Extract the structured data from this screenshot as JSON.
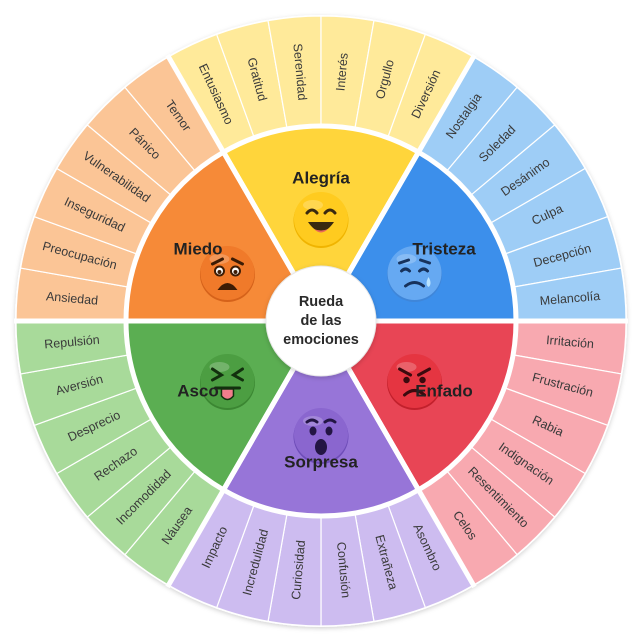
{
  "center": {
    "lines": [
      "Rueda",
      "de las",
      "emociones"
    ]
  },
  "emotions": [
    {
      "name": "Alegría",
      "face": "happy-face-icon",
      "colors": {
        "inner": "#FFD53B",
        "outer": "#FFEA9A",
        "face": "#FFCB1F",
        "face_shadow": "#F0B400",
        "feature": "#3a2a10"
      },
      "words": [
        "Entusiasmo",
        "Gratitud",
        "Serenidad",
        "Interés",
        "Orgullo",
        "Diversión"
      ]
    },
    {
      "name": "Tristeza",
      "face": "sad-face-icon",
      "colors": {
        "inner": "#3C8FEB",
        "outer": "#9ECDF6",
        "face": "#66A9F2",
        "face_shadow": "#3F86D9",
        "feature": "#17325c"
      },
      "words": [
        "Nostalgia",
        "Soledad",
        "Desánimo",
        "Culpa",
        "Decepción",
        "Melancolía"
      ]
    },
    {
      "name": "Enfado",
      "face": "angry-face-icon",
      "colors": {
        "inner": "#E84555",
        "outer": "#F8A9B0",
        "face": "#E53541",
        "face_shadow": "#C2202C",
        "feature": "#3b0a0e"
      },
      "words": [
        "Irritación",
        "Frustración",
        "Rabia",
        "Indignación",
        "Resentimiento",
        "Celos"
      ]
    },
    {
      "name": "Sorpresa",
      "face": "surprised-face-icon",
      "colors": {
        "inner": "#9775D8",
        "outer": "#CDBCF0",
        "face": "#8A66CF",
        "face_shadow": "#6E4DB8",
        "feature": "#231544"
      },
      "words": [
        "Asombro",
        "Extrañeza",
        "Confusión",
        "Curiosidad",
        "Incredulidad",
        "Impacto"
      ]
    },
    {
      "name": "Asco",
      "face": "disgusted-face-icon",
      "colors": {
        "inner": "#5BAE52",
        "outer": "#A8DA9A",
        "face": "#4C9E42",
        "face_shadow": "#3B8632",
        "feature": "#12300e"
      },
      "words": [
        "Náusea",
        "Incomodidad",
        "Rechazo",
        "Desprecio",
        "Aversión",
        "Repulsión"
      ]
    },
    {
      "name": "Miedo",
      "face": "fearful-face-icon",
      "colors": {
        "inner": "#F68A38",
        "outer": "#FBC596",
        "face": "#F07A2A",
        "face_shadow": "#D5621A",
        "feature": "#3d1c05"
      },
      "words": [
        "Ansiedad",
        "Preocupación",
        "Inseguridad",
        "Vulnerabilidad",
        "Pánico",
        "Temor"
      ]
    }
  ]
}
